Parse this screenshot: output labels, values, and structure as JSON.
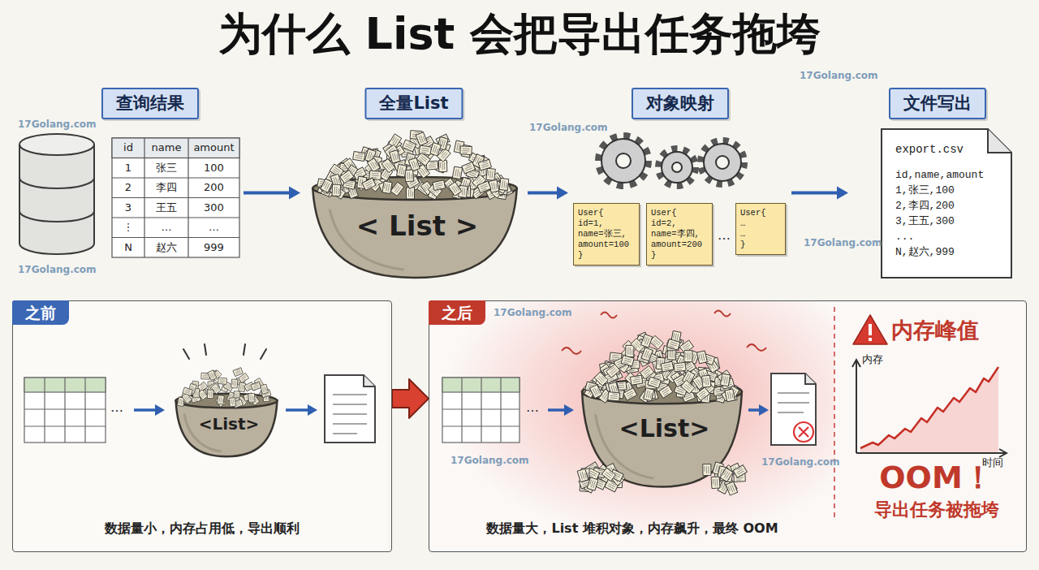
{
  "diagram": {
    "title": "为什么 List 会把导出任务拖垮",
    "nodes": [
      {
        "text": [
          "查询结果"
        ]
      },
      {
        "text": [
          "全量List"
        ]
      },
      {
        "text": [
          "< List >"
        ],
        "in": 1
      },
      {
        "text": [
          "对象映射"
        ]
      },
      {
        "text": [
          "User{ id=1, name=张三, amount=100 }"
        ],
        "in": 3
      },
      {
        "text": [
          "User{ id=2, name=李四, amount=200 }"
        ],
        "in": 3
      },
      {
        "text": [
          "User{ … … }"
        ],
        "in": 3
      },
      {
        "text": [
          "文件写出"
        ]
      },
      {
        "text": [
          "export.csv",
          "id,name,amount 1,张三,100 2,李四,200 3,王五,300 ... N,赵六,999"
        ],
        "in": 7
      },
      {
        "text": [
          "之前",
          "数据量小，内存占用低，导出顺利"
        ]
      },
      {
        "text": [
          "<List>"
        ],
        "in": 9
      },
      {
        "text": [
          "之后",
          "数据量大，List 堆积对象，内存飙升，最终 OOM"
        ]
      },
      {
        "text": [
          "<List>"
        ],
        "in": 11
      },
      {
        "text": [
          "内存峰值",
          "OOM！",
          "导出任务被拖垮"
        ],
        "in": 11
      }
    ],
    "edges": [
      {
        "from": 0,
        "to": 1,
        "arrow": "to"
      },
      {
        "from": 1,
        "to": 3,
        "arrow": "to"
      },
      {
        "from": 3,
        "to": 7,
        "arrow": "to"
      },
      {
        "from": 9,
        "to": 11,
        "arrow": "to"
      }
    ],
    "labels": [
      "id",
      "name",
      "amount",
      "1",
      "张三",
      "100",
      "2",
      "李四",
      "200",
      "3",
      "王五",
      "300",
      "⋮",
      "…",
      "…",
      "N",
      "赵六",
      "999",
      "…",
      "…",
      "…",
      "内存",
      "时间",
      "17Golang.com",
      "17Golang.com",
      "17Golang.com",
      "17Golang.com",
      "17Golang.com",
      "17Golang.com",
      "17Golang.com",
      "17Golang.com"
    ]
  }
}
